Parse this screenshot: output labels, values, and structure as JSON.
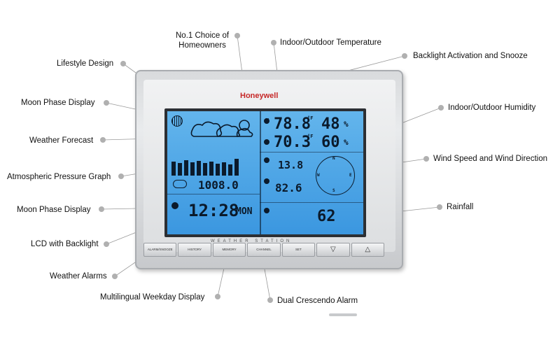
{
  "callouts": {
    "no1_choice": "No.1 Choice of\nHomeowners",
    "indoor_outdoor_temperature": "Indoor/Outdoor Temperature",
    "backlight_activation": "Backlight Activation and Snooze",
    "lifestyle_design": "Lifestyle Design",
    "moon_phase_display_top": "Moon Phase Display",
    "indoor_outdoor_humidity": "Indoor/Outdoor Humidity",
    "weather_forecast": "Weather Forecast",
    "wind_speed_direction": "Wind Speed and Wind Direction",
    "atmospheric_pressure_graph": "Atmospheric Pressure Graph",
    "rainfall": "Rainfall",
    "moon_phase_display_bottom": "Moon Phase Display",
    "lcd_backlight": "LCD with Backlight",
    "weather_alarms": "Weather Alarms",
    "multilingual_weekday": "Multilingual Weekday Display",
    "dual_crescendo_alarm": "Dual Crescendo Alarm"
  },
  "device": {
    "brand": "Honeywell",
    "model_text": "WEATHER STATION",
    "buttons": [
      "ALARM/SNOOZE",
      "HISTORY",
      "MEMORY",
      "CHANNEL",
      "SET",
      "▽",
      "△"
    ]
  },
  "lcd": {
    "indoor_temp": "78.8",
    "outdoor_temp": "70.3",
    "indoor_humidity": "48",
    "outdoor_humidity": "60",
    "pressure": "1008.0",
    "time": "12:28",
    "weekday": "MON",
    "wind_speed": "13.8",
    "rain": "62",
    "wind_chill": "82.6",
    "temp_unit": "°F",
    "humidity_unit": "%",
    "compass_n": "N",
    "compass_w": "W",
    "compass_s": "S",
    "compass_e": "E"
  },
  "colors": {
    "lcd_blue": "#3b97e0",
    "brand_red": "#c62828",
    "dot_gray": "#b0b0b0"
  }
}
